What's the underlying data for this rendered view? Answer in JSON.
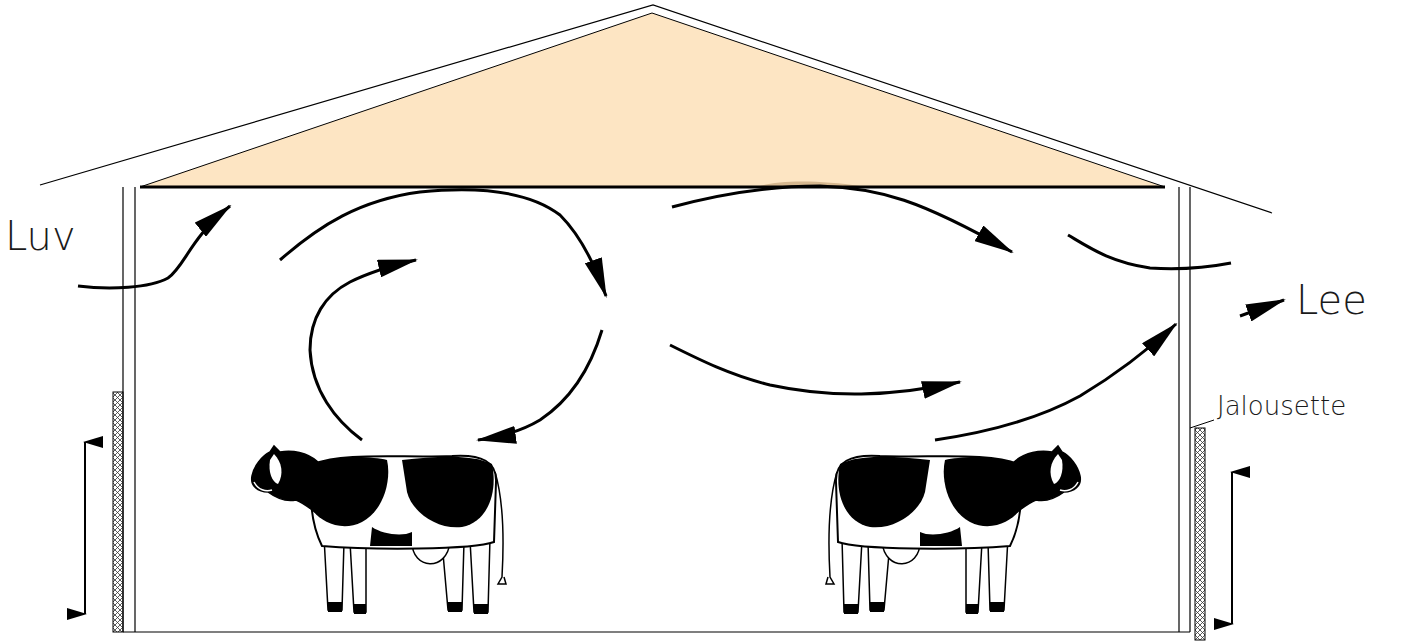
{
  "diagram": {
    "labels": [
      "Luv",
      "Lee",
      "Jalousette"
    ]
  }
}
